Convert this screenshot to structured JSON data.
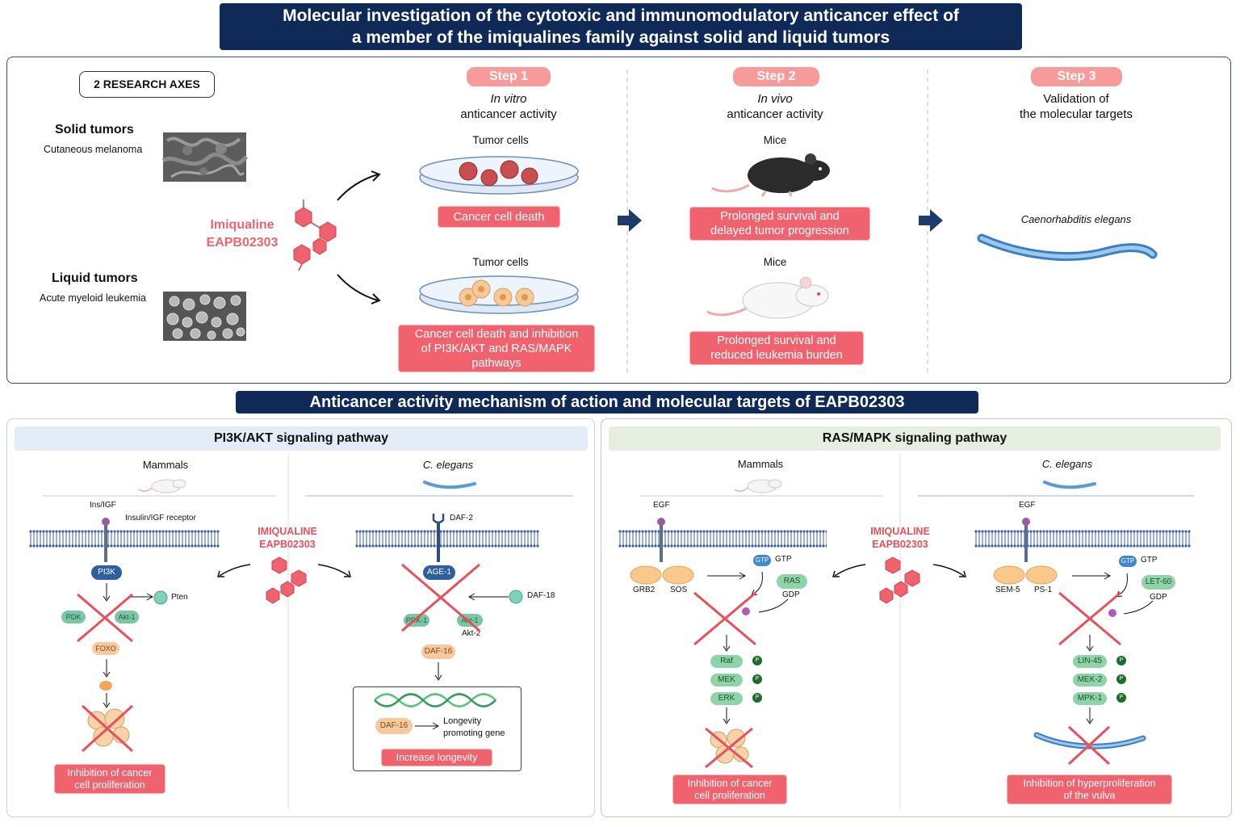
{
  "title": {
    "line1": "Molecular investigation of the cytotoxic and immunomodulatory anticancer effect of",
    "line2": "a member of the imiqualines family against solid and liquid tumors"
  },
  "top": {
    "research_axes": "2 RESEARCH AXES",
    "solid": {
      "title": "Solid tumors",
      "subtitle": "Cutaneous melanoma"
    },
    "liquid": {
      "title": "Liquid tumors",
      "subtitle": "Acute myeloid leukemia"
    },
    "compound": {
      "line1": "Imiqualine",
      "line2": "EAPB02303"
    },
    "step1": {
      "pill": "Step 1",
      "line1": "In vitro",
      "line2": "anticancer activity",
      "cells_top": "Tumor cells",
      "result_top": "Cancer cell death",
      "cells_bottom": "Tumor cells",
      "result_bottom_1": "Cancer cell death and inhibition",
      "result_bottom_2": "of PI3K/AKT and RAS/MAPK",
      "result_bottom_3": "pathways"
    },
    "step2": {
      "pill": "Step 2",
      "line1": "In vivo",
      "line2": "anticancer activity",
      "mice_top": "Mice",
      "result_top_1": "Prolonged survival and",
      "result_top_2": "delayed tumor progression",
      "mice_bottom": "Mice",
      "result_bottom_1": "Prolonged survival and",
      "result_bottom_2": "reduced leukemia burden"
    },
    "step3": {
      "pill": "Step 3",
      "line1": "Validation of",
      "line2": "the molecular targets",
      "organism": "Caenorhabditis elegans"
    }
  },
  "mechanism_title": "Anticancer activity mechanism of action and molecular targets of EAPB02303",
  "pi3k": {
    "header": "PI3K/AKT signaling pathway",
    "mammals": "Mammals",
    "celegans": "C. elegans",
    "ligand": "Ins/IGF",
    "receptor": "Insulin/IGF receptor",
    "pi3k": "PI3K",
    "pten": "Pten",
    "pdk": "PDK",
    "akt": "Akt-1",
    "foxo": "FOXO",
    "result_1": "Inhibition of cancer",
    "result_2": "cell proliferation",
    "drug_1": "IMIQUALINE",
    "drug_2": "EAPB02303",
    "daf2": "DAF-2",
    "age1": "AGE-1",
    "daf18": "DAF-18",
    "pdk1": "PDK-1",
    "akt1": "Akt-1",
    "akt2": "Akt-2",
    "daf16": "DAF-16",
    "daf16_box": "DAF-16",
    "longevity_1": "Longevity",
    "longevity_2": "promoting gene",
    "longevity_result": "Increase longevity"
  },
  "ras": {
    "header": "RAS/MAPK signaling pathway",
    "mammals": "Mammals",
    "celegans": "C. elegans",
    "egf_left": "EGF",
    "grb2": "GRB2",
    "sos": "SOS",
    "gtp_left": "GTP",
    "gtp_label_left": "GTP",
    "ras": "RAS",
    "gdp_left": "GDP",
    "raf": "Raf",
    "mek": "MEK",
    "erk": "ERK",
    "p": "P",
    "result_left_1": "Inhibition of cancer",
    "result_left_2": "cell proliferation",
    "drug_1": "IMIQUALINE",
    "drug_2": "EAPB02303",
    "egf_right": "EGF",
    "sem5": "SEM-5",
    "ps1": "PS-1",
    "gtp_right": "GTP",
    "gtp_label_right": "GTP",
    "let60": "LET-60",
    "gdp_right": "GDP",
    "lin45": "LIN-45",
    "mek2": "MEK-2",
    "mpk1": "MPK-1",
    "result_right_1": "Inhibition of hyperproliferation",
    "result_right_2": "of the vulva"
  }
}
